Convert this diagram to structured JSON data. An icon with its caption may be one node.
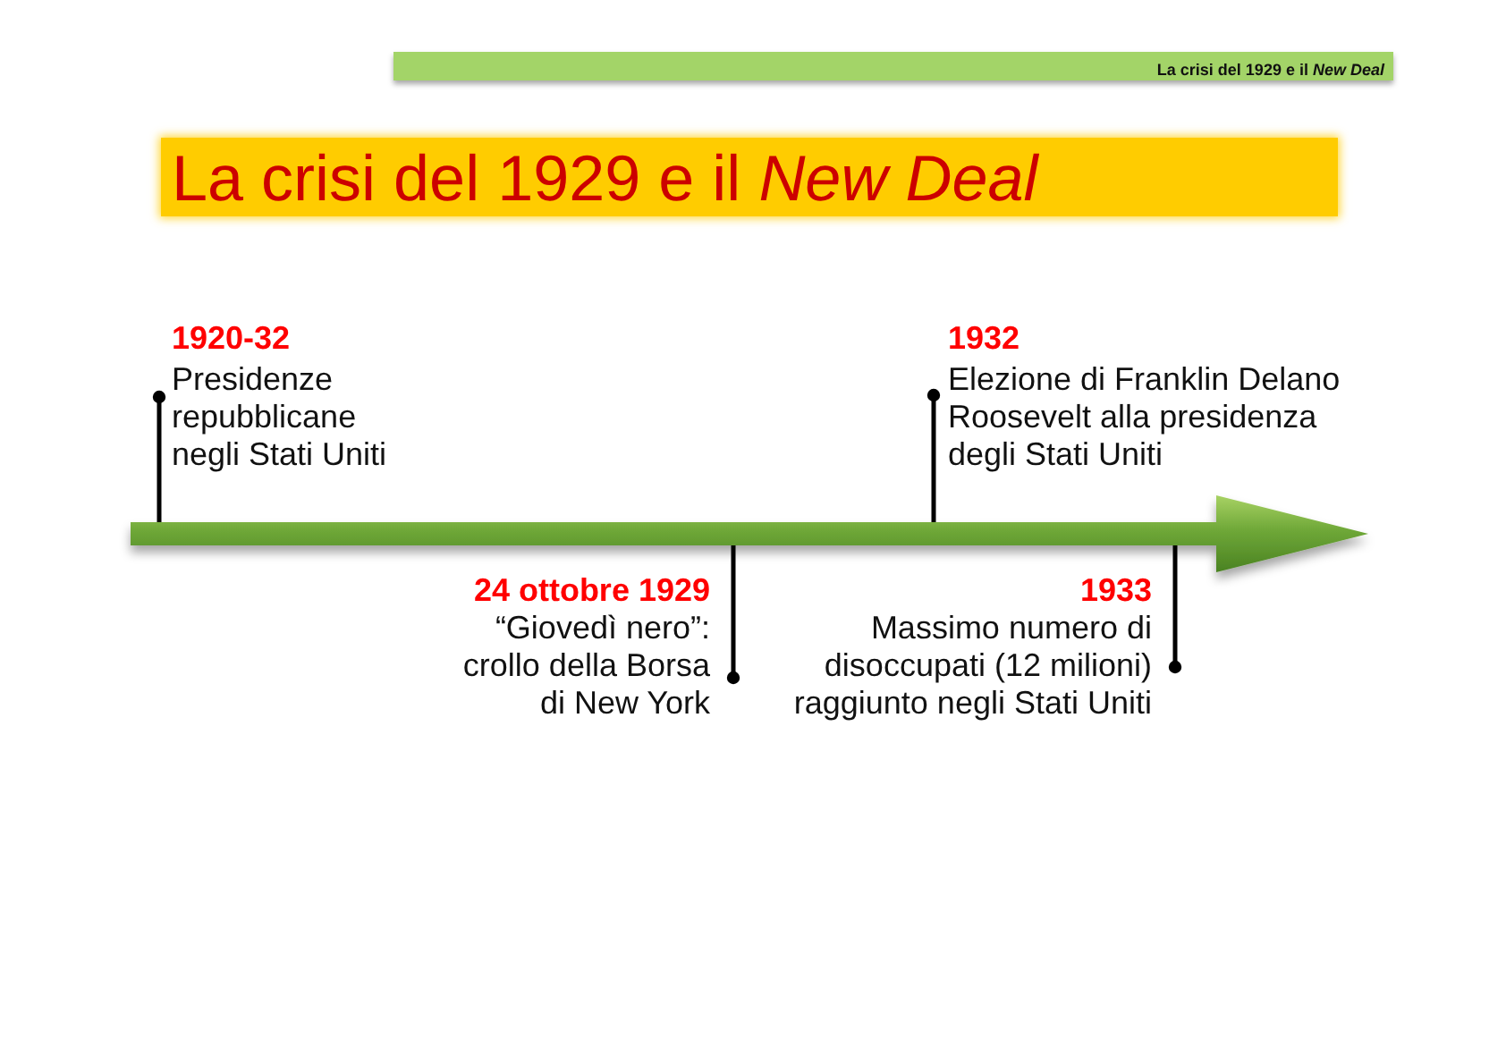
{
  "diagram": {
    "title": "La crisi del 1929 e il *New Deal*",
    "nodes": [
      {
        "text": [
          "1920-32",
          "Presidenze repubblicane negli Stati Uniti"
        ]
      },
      {
        "text": [
          "1932",
          "Elezione di Franklin Delano Roosevelt alla presidenza degli Stati Uniti"
        ]
      },
      {
        "text": [],
        "shape": "arrow"
      },
      {
        "text": [
          "24 ottobre 1929",
          "“Giovedì nero”: crollo della Borsa di New York"
        ]
      },
      {
        "text": [
          "1933",
          "Massimo numero di disoccupati (12 milioni) raggiunto negli Stati Uniti"
        ]
      }
    ],
    "edges": [
      {
        "from": 0,
        "to": 2,
        "arrow": "other"
      },
      {
        "from": 1,
        "to": 2,
        "arrow": "other"
      },
      {
        "from": 3,
        "to": 2,
        "arrow": "other"
      },
      {
        "from": 4,
        "to": 2,
        "arrow": "other"
      }
    ],
    "labels": [
      "La crisi del 1929 e il *New Deal*"
    ]
  }
}
